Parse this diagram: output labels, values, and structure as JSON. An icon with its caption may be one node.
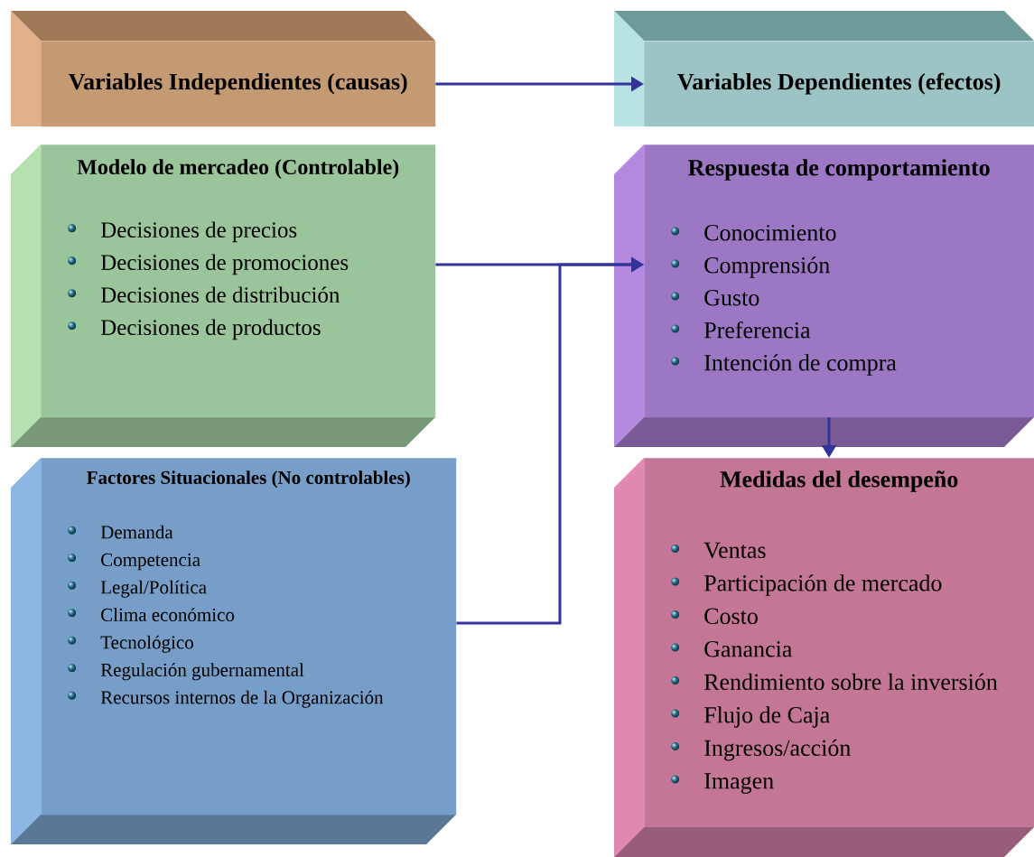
{
  "diagram": {
    "nodes": [
      {
        "text": [
          "Variables Independientes (causas)"
        ]
      },
      {
        "text": [
          "Variables Dependientes (efectos)"
        ]
      },
      {
        "text": [
          "Modelo de mercadeo (Controlable)",
          "Decisiones de precios",
          "Decisiones de promociones",
          "Decisiones de distribución",
          "Decisiones de productos"
        ]
      },
      {
        "text": [
          "Respuesta de comportamiento",
          "Conocimiento",
          "Comprensión",
          "Gusto",
          "Preferencia",
          "Intención de compra"
        ]
      },
      {
        "text": [
          "Factores Situacionales (No controlables)",
          "Demanda",
          "Competencia",
          "Legal/Política",
          "Clima económico",
          "Tecnológico",
          "Regulación gubernamental",
          "Recursos internos de la Organización"
        ]
      },
      {
        "text": [
          "Medidas del desempeño",
          "Ventas",
          "Participación de mercado",
          "Costo",
          "Ganancia",
          "Rendimiento sobre la inversión",
          "Flujo de Caja",
          "Ingresos/acción",
          "Imagen"
        ]
      }
    ],
    "edges": [
      {
        "from": 0,
        "to": 1,
        "arrow": "to"
      },
      {
        "from": 2,
        "to": 3,
        "arrow": "to"
      },
      {
        "from": 4,
        "to": 3,
        "arrow": "to"
      },
      {
        "from": 3,
        "to": 5,
        "arrow": "to"
      }
    ]
  }
}
